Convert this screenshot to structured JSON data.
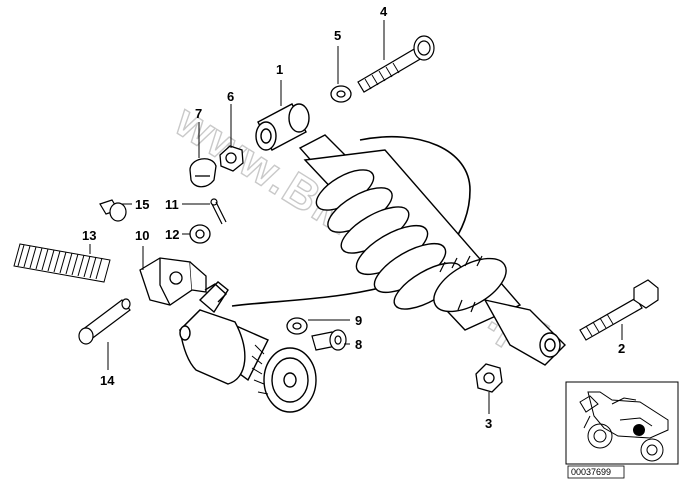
{
  "watermark": "www.BMWstore.pl",
  "reference_code": "00037699",
  "callouts": [
    {
      "id": "c1",
      "label": "1"
    },
    {
      "id": "c2",
      "label": "2"
    },
    {
      "id": "c3",
      "label": "3"
    },
    {
      "id": "c4",
      "label": "4"
    },
    {
      "id": "c5",
      "label": "5"
    },
    {
      "id": "c6",
      "label": "6"
    },
    {
      "id": "c7",
      "label": "7"
    },
    {
      "id": "c8",
      "label": "8"
    },
    {
      "id": "c9",
      "label": "9"
    },
    {
      "id": "c10",
      "label": "10"
    },
    {
      "id": "c11",
      "label": "11"
    },
    {
      "id": "c12",
      "label": "12"
    },
    {
      "id": "c13",
      "label": "13"
    },
    {
      "id": "c14",
      "label": "14"
    },
    {
      "id": "c15",
      "label": "15"
    }
  ]
}
